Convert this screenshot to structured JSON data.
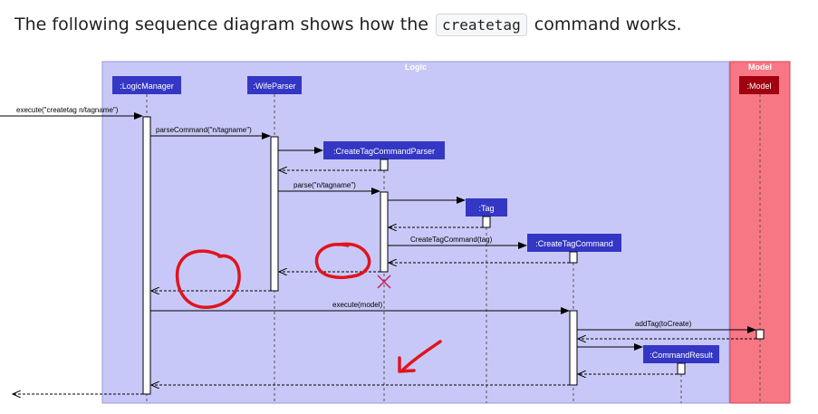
{
  "heading": {
    "before": "The following sequence diagram shows how the",
    "command": "createtag",
    "after": "command works."
  },
  "diagram": {
    "logic_frame_label": "Logic",
    "model_frame_label": "Model",
    "participants": {
      "logic_manager": ":LogicManager",
      "wife_parser": ":WifeParser",
      "model": ":Model",
      "create_tag_command_parser": ":CreateTagCommandParser",
      "tag": ":Tag",
      "create_tag_command": ":CreateTagCommand",
      "command_result": ":CommandResult"
    },
    "messages": {
      "execute_call": "execute(\"createtag n/tagname\")",
      "parse_command": "parseCommand(\"n/tagname\")",
      "parse": "parse(\"n/tagname\")",
      "create_tag_command": "CreateTagCommand(tag)",
      "execute_model": "execute(model)",
      "add_tag": "addTag(toCreate)"
    },
    "colors": {
      "logic_frame": "#c8c8f8",
      "model_frame": "#f87784",
      "participant_box": "#3437c4",
      "model_box": "#a0000f",
      "annotation": "#e0141e"
    }
  }
}
